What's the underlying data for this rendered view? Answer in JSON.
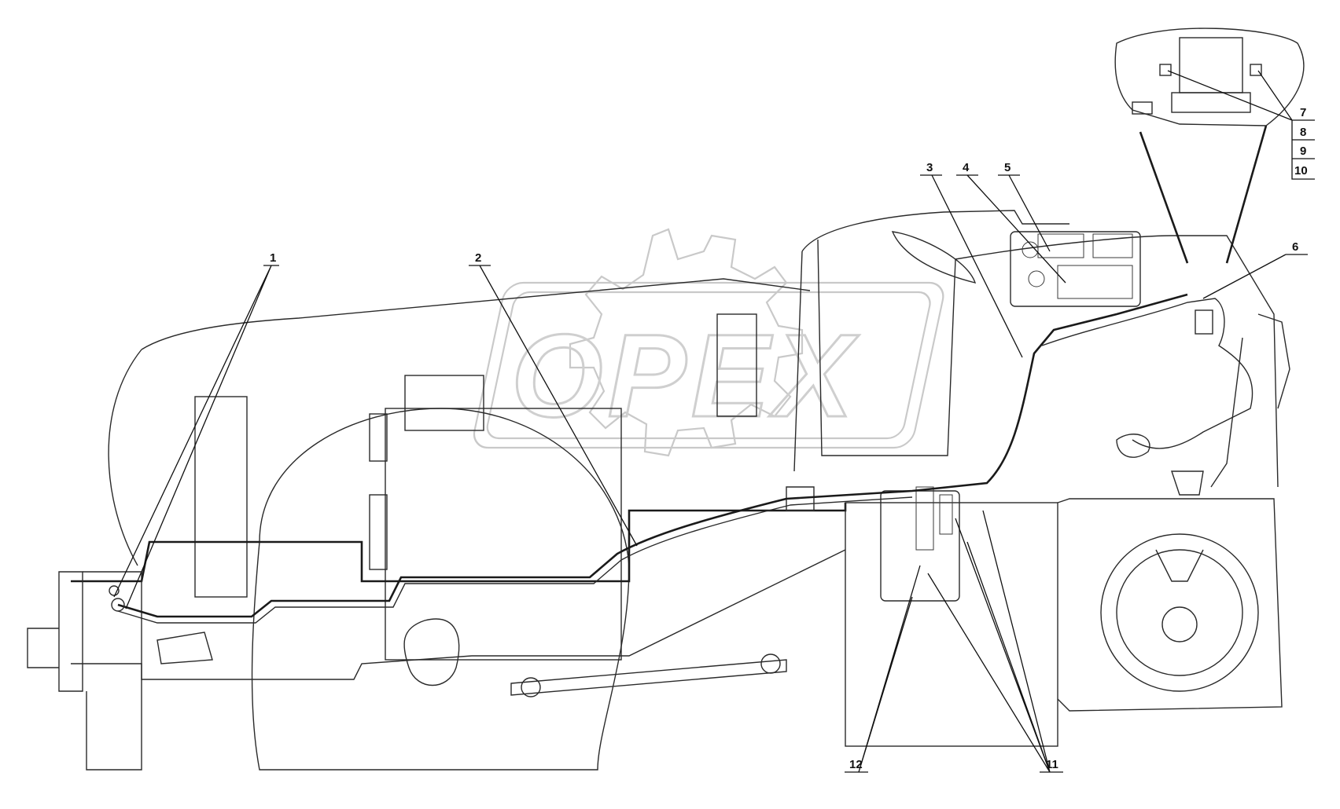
{
  "watermark": {
    "text": "OPEX",
    "color": "#cfcfcf"
  },
  "line_color": "#2a2a2a",
  "callouts": [
    {
      "id": "c1",
      "label": "1"
    },
    {
      "id": "c2",
      "label": "2"
    },
    {
      "id": "c3",
      "label": "3"
    },
    {
      "id": "c4",
      "label": "4"
    },
    {
      "id": "c5",
      "label": "5"
    },
    {
      "id": "c6",
      "label": "6"
    },
    {
      "id": "c7",
      "label": "7"
    },
    {
      "id": "c8",
      "label": "8"
    },
    {
      "id": "c9",
      "label": "9"
    },
    {
      "id": "c10",
      "label": "10"
    },
    {
      "id": "c11",
      "label": "11"
    },
    {
      "id": "c12",
      "label": "12"
    }
  ]
}
